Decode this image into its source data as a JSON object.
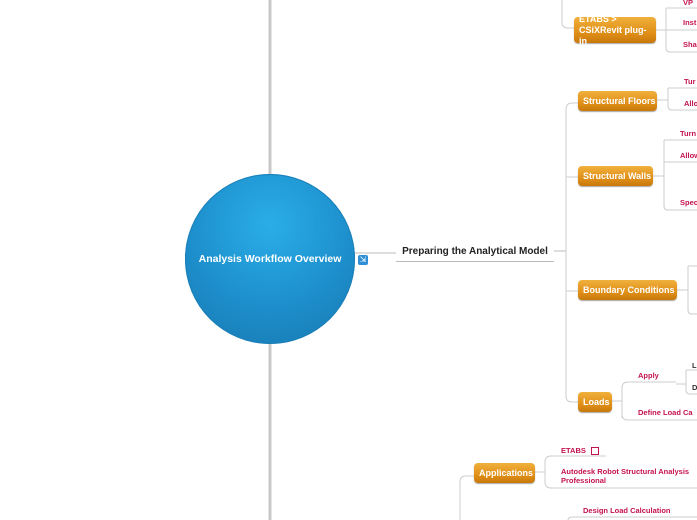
{
  "center": {
    "title": "Analysis Workflow Overview",
    "link_icon": "link-icon"
  },
  "main": {
    "title": "Preparing the Analytical Model"
  },
  "branches": {
    "etabs_plugin": {
      "label": "ETABS > CSiXRevit plug-in",
      "leaves": [
        "VP",
        "Inst",
        "Sha"
      ]
    },
    "structural_floors": {
      "label": "Structural Floors",
      "leaves": [
        "Tur",
        "Allo"
      ]
    },
    "structural_walls": {
      "label": "Structural Walls",
      "leaves": [
        "Turn",
        "Allow",
        "Spec"
      ]
    },
    "boundary_conditions": {
      "label": "Boundary Conditions"
    },
    "loads": {
      "label": "Loads",
      "apply": "Apply",
      "apply_leaves": [
        "L",
        "D"
      ],
      "define": "Define Load Ca"
    }
  },
  "applications": {
    "label": "Applications",
    "leaves": [
      "ETABS",
      "Autodesk Robot Structural Analysis Professional"
    ],
    "design": "Design Load Calculation"
  },
  "colors": {
    "orange": "#e09018",
    "center": "#1d8fcc",
    "leaf_text": "#c4124e"
  }
}
